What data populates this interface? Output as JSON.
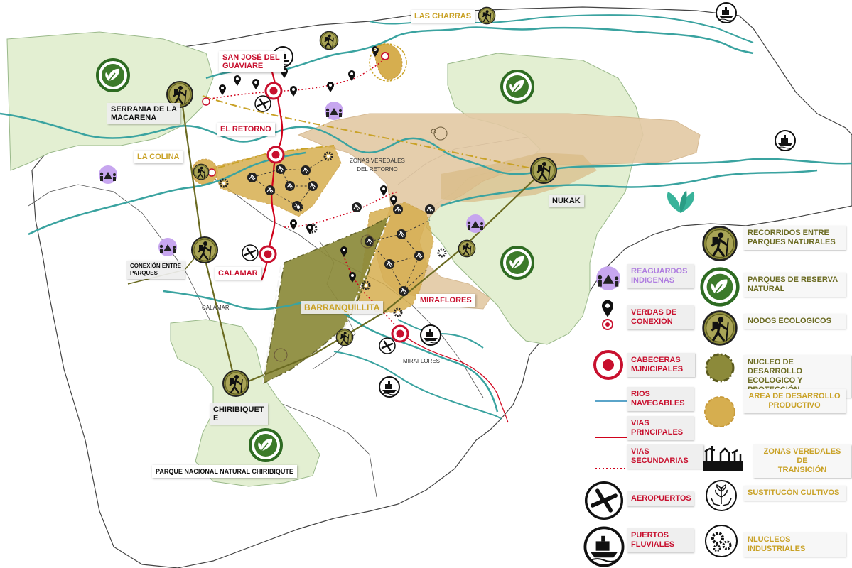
{
  "map_labels": {
    "las_charras": "LAS CHARRAS",
    "san_jose": "SAN JOSÉ DEL\nGUAVIARE",
    "serrania": "SERRANIA DE LA\nMACARENA",
    "el_retorno": "EL RETORNO",
    "la_colina": "LA COLINA",
    "zonas_veredales": "ZONAS VEREDALES\nDEL RETORNO",
    "nukak": "NUKAK",
    "conexion": "CONEXIÓN ENTRE\nPARQUES",
    "calamar": "CALAMAR",
    "calamar_small": "CALAMAR",
    "barranquillita": "BARRANQUILLITA",
    "miraflores": "MIRAFLORES",
    "miraflores_small": "MIRAFLORES",
    "chiribiquete": "CHIRIBIQUET\nE",
    "parque_chiribiquete": "PARQUE NACIONAL NATURAL CHIRIBIQUTE"
  },
  "legend": {
    "reaguardos": "REAGUARDOS\nINDIGENAS",
    "veredas": "VERDAS DE\nCONEXIÓN",
    "cabeceras": "CABECERAS\nMJNICIPALES",
    "rios": "RIOS\nNAVEGABLES",
    "vias_principales": "VIAS\nPRINCIPALES",
    "vias_secundarias": "VIAS SECUNDARIAS",
    "aeropuertos": "AEROPUERTOS",
    "puertos": "PUERTOS\nFLUVIALES",
    "recorridos": "RECORRIDOS ENTRE\nPARQUES NATURALES",
    "parques_reserva": "PARQUES DE RESERVA\nNATURAL",
    "nodos": "NODOS ECOLOGICOS",
    "nucleo": "NUCLEO DE DESARROLLO\nECOLOGICO Y PROTECCIÓN",
    "area_productivo": "AREA DE DESARROLLO\nPRODUCTIVO",
    "zonas_transicion": "ZONAS VEREDALES DE\nTRANSICIÓN",
    "sustitucion": "SUSTITUCÓN CULTIVOS",
    "nucleos_industriales": "NLUCLEOS INDUSTRIALES"
  },
  "colors": {
    "park_green": "#e3efd2",
    "river": "#3aa3a0",
    "main_road": "#d0021b",
    "olive": "#6b6b22",
    "gold_area": "#d6ae4f",
    "tan_transition": "#e3c9a4",
    "indigenous": "#c7a6ef"
  }
}
